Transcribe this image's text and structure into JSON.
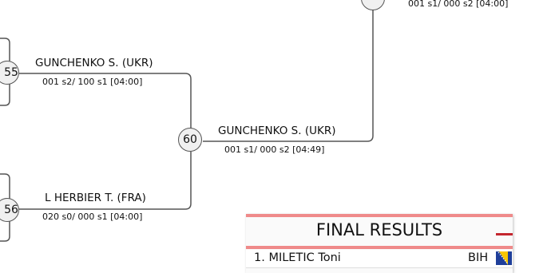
{
  "bracket": {
    "top_right": {
      "score": "001 s1/ 000 s2 [04:00]"
    },
    "nodes": [
      {
        "label": "55"
      },
      {
        "label": "56"
      },
      {
        "label": "60"
      },
      {
        "label": ""
      }
    ],
    "matches": [
      {
        "winner": "GUNCHENKO S. (UKR)",
        "score": "001 s2/ 100 s1 [04:00]"
      },
      {
        "winner": "L HERBIER T. (FRA)",
        "score": "020 s0/ 000 s1 [04:00]"
      },
      {
        "winner": "GUNCHENKO S. (UKR)",
        "score": "001 s1/ 000 s2 [04:49]"
      }
    ]
  },
  "final_results": {
    "title": "FINAL RESULTS",
    "rows": [
      {
        "name": "1. MILETIC Toni",
        "country": "BIH",
        "flag_icon": "bosnia-flag-icon"
      }
    ],
    "accent_color": "#ef8a8a"
  }
}
